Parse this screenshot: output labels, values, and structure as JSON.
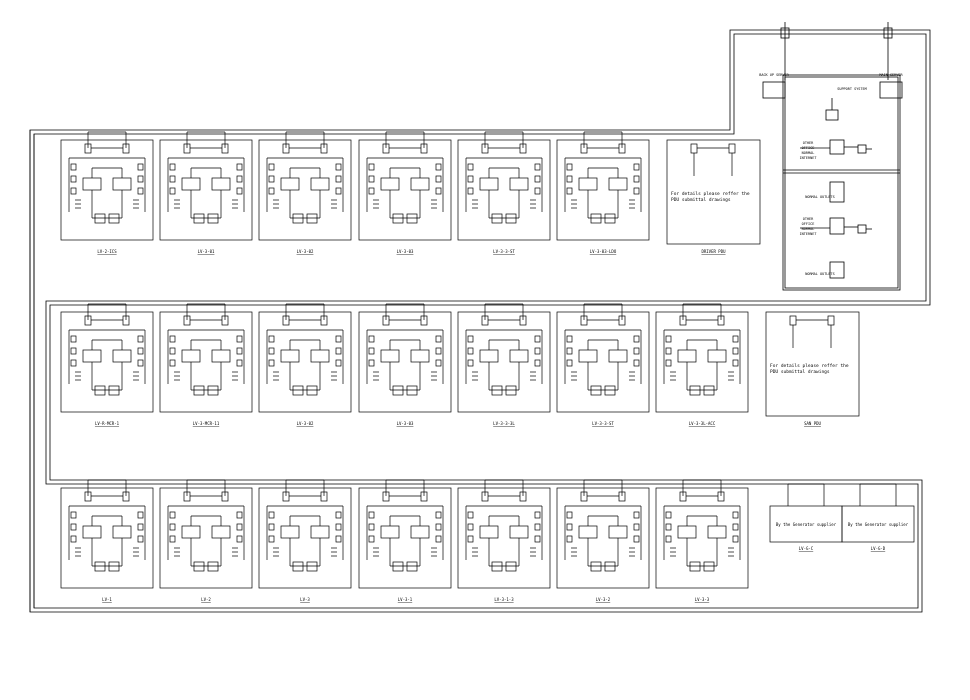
{
  "colors": {
    "line": "#000000",
    "background": "#ffffff"
  },
  "note_text": [
    "For details please reffer the",
    "PDU submittal drawings"
  ],
  "generator_text": "By the Generator supplier",
  "rows": [
    {
      "panels": [
        "LV-2-ICS",
        "LV-3-01",
        "LV-3-02",
        "LV-3-03",
        "LV-3-3-ST",
        "LV-3-03-LDO"
      ],
      "pdu": "DRIVER PDU"
    },
    {
      "panels": [
        "LV-R-MCR-1",
        "LV-3-MCR-11",
        "LV-3-02",
        "LV-3-03",
        "LV-3-3-3L",
        "LV-3-3-ST",
        "LV-3-3L-ACC"
      ],
      "pdu": "SAN PDU"
    },
    {
      "panels": [
        "LV-1",
        "LV-2",
        "LV-3",
        "LV-3-1",
        "LV-3-1-3",
        "LV-3-2",
        "LV-3-3"
      ],
      "generators": [
        "LV-G-C",
        "LV-G-D"
      ]
    }
  ],
  "ups_area": {
    "top_boxes": [
      "BACK UP SERVER",
      "SUPPORT SYSTEM",
      "MAIN SERVER"
    ],
    "block1_rows": [
      "OTHER",
      "OFFICE",
      "NORMAL",
      "INTERNET"
    ],
    "block1_label": "NORMAL OUTLETS",
    "block2_rows": [
      "OTHER",
      "OFFICE",
      "NORMAL",
      "INTERNET"
    ],
    "block2_label": "NORMAL OUTLETS"
  }
}
